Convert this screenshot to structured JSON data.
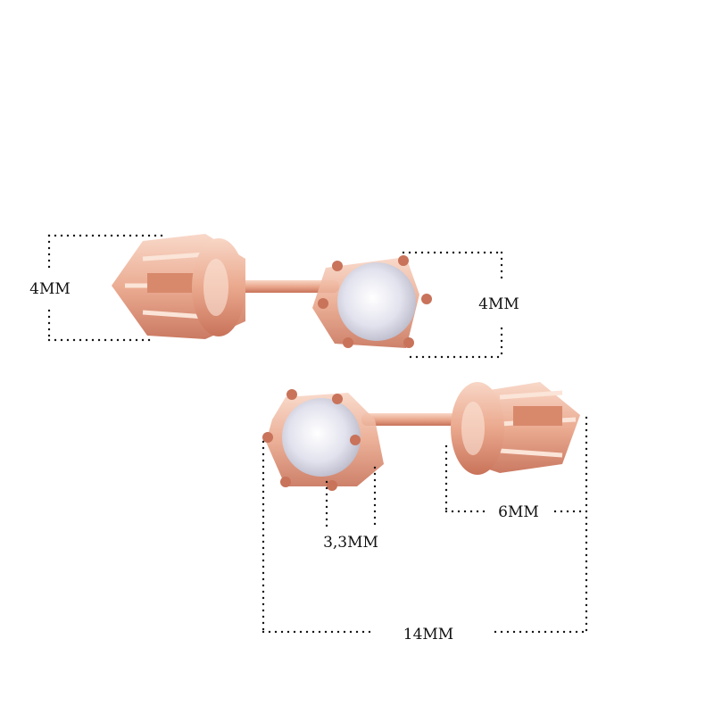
{
  "colors": {
    "rose_gold": "#eaa88d",
    "rose_gold_light": "#f8d6c6",
    "rose_gold_dark": "#c8735a",
    "stone": "#e6e6f0"
  },
  "dimensions": {
    "top_back_height": "4MM",
    "top_stone_height": "4MM",
    "stone_diameter": "3,3MM",
    "back_length": "6MM",
    "total_length": "14MM"
  }
}
